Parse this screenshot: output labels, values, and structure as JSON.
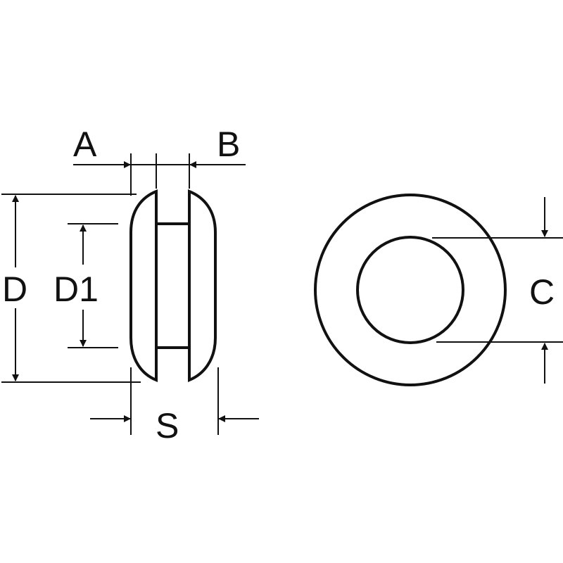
{
  "diagram": {
    "labels": {
      "a": "A",
      "b": "B",
      "d": "D",
      "d1": "D1",
      "s": "S",
      "c": "C"
    },
    "colors": {
      "line": "#111111",
      "background": "#ffffff"
    }
  }
}
